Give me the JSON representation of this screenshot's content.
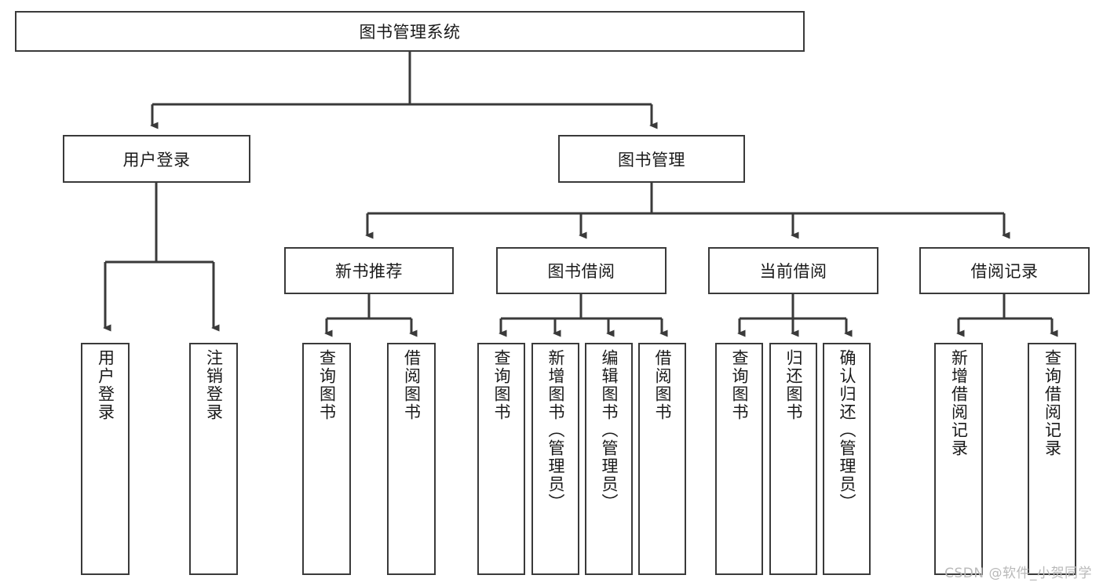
{
  "diagram": {
    "type": "tree-hierarchy-chart",
    "title": "图书管理系统",
    "watermark": "CSDN @软件_小贺同学",
    "colors": {
      "box_border": "#3a3a3a",
      "box_fill": "#ffffff",
      "line": "#3a3a3a",
      "text": "#1a1a1a",
      "watermark": "#b9b9b9",
      "background": "#ffffff"
    },
    "levels": {
      "root": {
        "label": "图书管理系统"
      },
      "level2": [
        {
          "label": "用户登录"
        },
        {
          "label": "图书管理"
        }
      ],
      "level3": [
        {
          "label": "新书推荐",
          "parent": "图书管理"
        },
        {
          "label": "图书借阅",
          "parent": "图书管理"
        },
        {
          "label": "当前借阅",
          "parent": "图书管理"
        },
        {
          "label": "借阅记录",
          "parent": "图书管理"
        }
      ],
      "leaves": [
        {
          "label": "用户登录",
          "parent": "用户登录"
        },
        {
          "label": "注销登录",
          "parent": "用户登录"
        },
        {
          "label": "查询图书",
          "parent": "新书推荐"
        },
        {
          "label": "借阅图书",
          "parent": "新书推荐"
        },
        {
          "label": "查询图书",
          "parent": "图书借阅"
        },
        {
          "label": "新增图书（管理员）",
          "parent": "图书借阅"
        },
        {
          "label": "编辑图书（管理员）",
          "parent": "图书借阅"
        },
        {
          "label": "借阅图书",
          "parent": "图书借阅"
        },
        {
          "label": "查询图书",
          "parent": "当前借阅"
        },
        {
          "label": "归还图书",
          "parent": "当前借阅"
        },
        {
          "label": "确认归还（管理员）",
          "parent": "当前借阅"
        },
        {
          "label": "新增借阅记录",
          "parent": "借阅记录"
        },
        {
          "label": "查询借阅记录",
          "parent": "借阅记录"
        }
      ]
    }
  }
}
